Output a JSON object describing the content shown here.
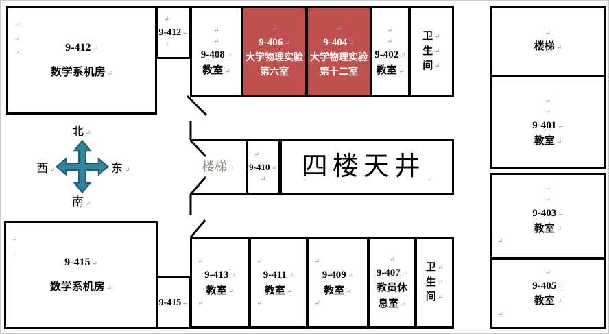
{
  "colors": {
    "highlight": "#C0504D",
    "highlight_text": "#FFFFFF",
    "wall": "#000000",
    "compass_fill": "#31859C",
    "compass_stroke": "#1F5E73",
    "pilcrow": "#9FA3B8",
    "stairs_mid_text": "#8B887E"
  },
  "glyphs": {
    "pilcrow": "↵"
  },
  "compass": {
    "north": "北",
    "south": "南",
    "west": "西",
    "east": "东"
  },
  "rooms": {
    "r412_large": {
      "number": "9-412",
      "name": "数学系机房"
    },
    "r412_small": {
      "number": "9-412"
    },
    "r408": {
      "number": "9-408",
      "name": "教室"
    },
    "r406": {
      "number": "9-406",
      "line1": "大学物理实验",
      "line2": "第六室"
    },
    "r404": {
      "number": "9-404",
      "line1": "大学物理实验",
      "line2": "第十二室"
    },
    "r402": {
      "number": "9-402",
      "name": "教室"
    },
    "wc_top": {
      "chars": [
        "卫",
        "生",
        "间"
      ]
    },
    "stairs_right": {
      "name": "楼梯"
    },
    "r401": {
      "number": "9-401",
      "name": "教室"
    },
    "r403": {
      "number": "9-403",
      "name": "教室"
    },
    "r405": {
      "number": "9-405",
      "name": "教室"
    },
    "stairs_mid": {
      "name": "楼梯"
    },
    "r410": {
      "number": "9-410"
    },
    "atrium": {
      "name": "四楼天井"
    },
    "r415_large": {
      "number": "9-415",
      "name": "数学系机房"
    },
    "r415_small": {
      "number": "9-415"
    },
    "r413": {
      "number": "9-413",
      "name": "教室"
    },
    "r411": {
      "number": "9-411",
      "name": "教室"
    },
    "r409": {
      "number": "9-409",
      "name": "教室"
    },
    "r407": {
      "number": "9-407",
      "line1": "教员休",
      "line2": "息室"
    },
    "wc_bottom": {
      "chars": [
        "卫",
        "生",
        "间"
      ]
    }
  }
}
